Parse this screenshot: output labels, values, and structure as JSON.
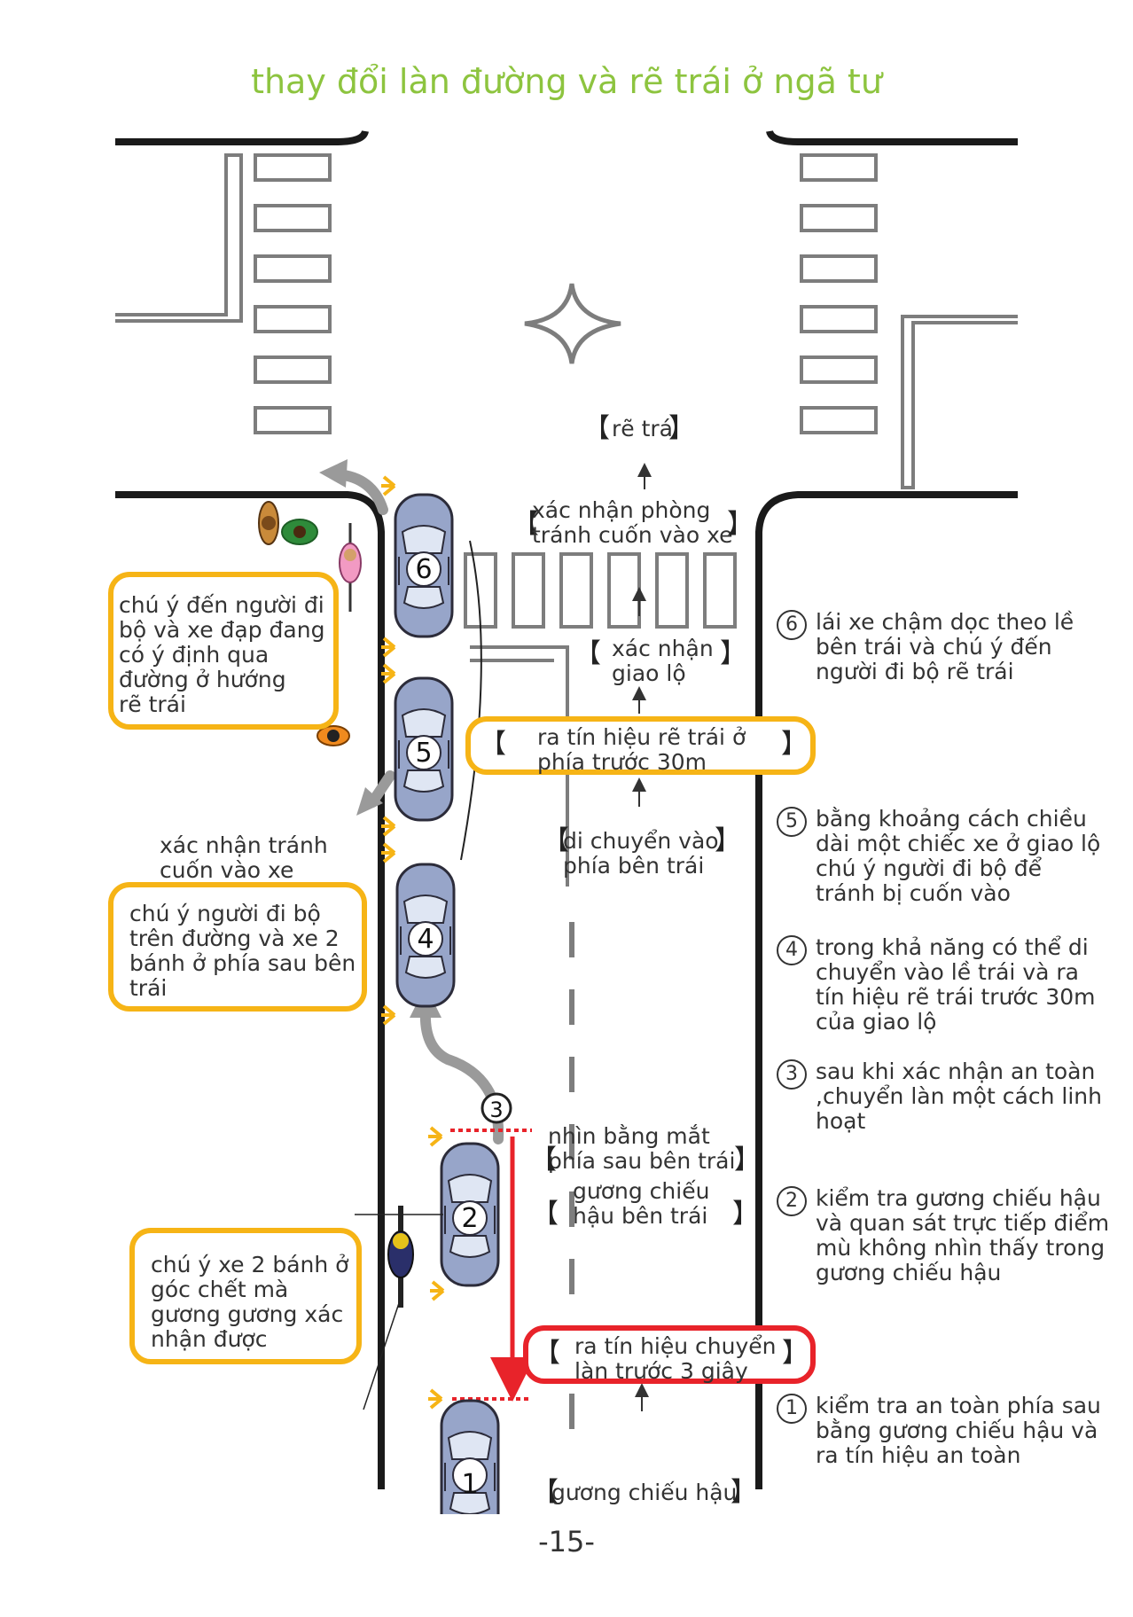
{
  "title": "thay đổi làn đường và rẽ trái ở ngã tư",
  "page_number": "-15-",
  "brackets": {
    "open": "【",
    "close": "】"
  },
  "center_labels": {
    "turn_left": "rẽ trái",
    "check_entanglement": "xác nhận phòng\ntránh cuốn vào xe",
    "check_intersection": "xác nhận\ngiao lộ",
    "signal_30m": "ra tín hiệu rẽ trái ở\nphía trước 30m",
    "move_left": "di chuyển vào\nphía bên trái",
    "look_left_rear": "nhìn bằng mắt\nphía sau bên trái",
    "left_mirror": "gương chiếu\nhậu bên trái",
    "signal_3s": "ra tín hiệu chuyển\nlàn trước 3 giây",
    "mirror": "gương chiếu hậu"
  },
  "left_labels": {
    "check_avoid": "xác nhận tránh\ncuốn vào xe"
  },
  "caution_boxes": {
    "pedestrians_bikes": "chú ý đến người đi\nbộ và xe đạp đang\ncó ý định qua\nđường ở hướng\nrẽ trái",
    "pedestrians_rear": "chú ý người đi bộ\ntrên đường và xe 2\nbánh ở phía sau bên\ntrái",
    "blind_spot": "chú ý xe 2 bánh ở\ngóc chết mà\ngương gương xác\nnhận được"
  },
  "cars": [
    "6",
    "5",
    "4",
    "2",
    "1"
  ],
  "steps": [
    {
      "num": "⑥",
      "text": "lái xe chậm dọc theo lề\nbên trái và chú ý đến\nngười đi bộ rẽ trái"
    },
    {
      "num": "⑤",
      "text": "bằng khoảng cách chiều\ndài một chiếc xe ở giao lộ\nchú ý người đi bộ để\ntránh bị cuốn vào"
    },
    {
      "num": "④",
      "text": "trong khả năng có thể di\nchuyển vào lề  trái và  ra\ntín hiệu rẽ trái trước 30m\ncủa giao lộ"
    },
    {
      "num": "③",
      "text": "sau khi xác nhận an toàn\n,chuyển làn một cách linh\nhoạt"
    },
    {
      "num": "②",
      "text": "kiểm tra gương chiếu hậu\nvà quan sát trực tiếp điểm\nmù không nhìn thấy trong\ngương chiếu hậu"
    },
    {
      "num": "①",
      "text": "kiểm tra an toàn phía sau\nbằng gương chiếu hậu và\nra tín hiệu an toàn"
    }
  ],
  "step3_marker": "③",
  "colors": {
    "title": "#8dc43f",
    "caution": "#f6b416",
    "alert": "#e8232a",
    "road_marking": "#7d7d7d",
    "car": "#97a5c9"
  }
}
